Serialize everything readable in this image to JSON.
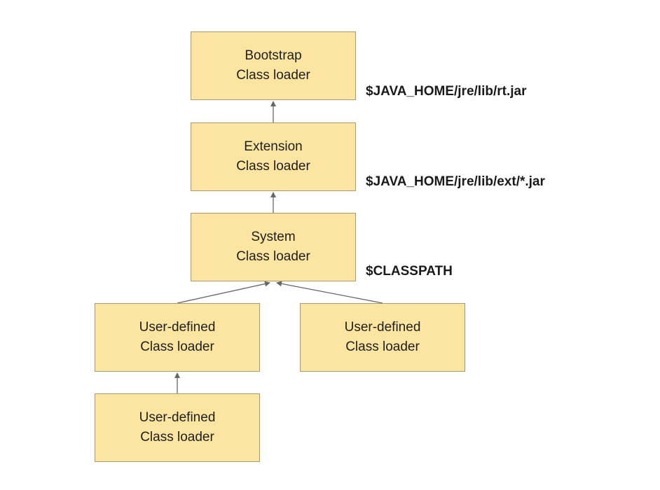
{
  "nodes": {
    "bootstrap": {
      "line1": "Bootstrap",
      "line2": "Class loader"
    },
    "extension": {
      "line1": "Extension",
      "line2": "Class loader"
    },
    "system": {
      "line1": "System",
      "line2": "Class loader"
    },
    "user_defined_left": {
      "line1": "User-defined",
      "line2": "Class loader"
    },
    "user_defined_right": {
      "line1": "User-defined",
      "line2": "Class loader"
    },
    "user_defined_child": {
      "line1": "User-defined",
      "line2": "Class loader"
    }
  },
  "paths": {
    "bootstrap": "$JAVA_HOME/jre/lib/rt.jar",
    "extension": "$JAVA_HOME/jre/lib/ext/*.jar",
    "system": "$CLASSPATH"
  },
  "colors": {
    "node_fill": "#fce5a0",
    "node_border": "#a89b72",
    "arrow": "#666666"
  }
}
